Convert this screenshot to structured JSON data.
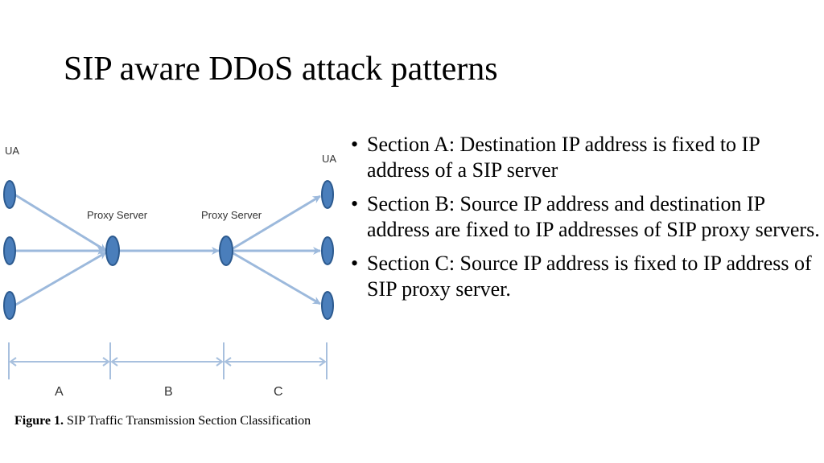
{
  "slide": {
    "title": "SIP aware DDoS attack patterns"
  },
  "diagram": {
    "left_group_label": "UA",
    "right_group_label": "UA",
    "proxy1_label": "Proxy Server",
    "proxy2_label": "Proxy Server",
    "sections": [
      "A",
      "B",
      "C"
    ],
    "colors": {
      "node_fill": "#4a7ebb",
      "node_stroke": "#2c5a8f",
      "line": "#9cb9dc",
      "axis": "#a8c0de"
    }
  },
  "bullets": [
    {
      "marker": "•",
      "text": "Section A: Destination IP address is fixed to IP address of a SIP server"
    },
    {
      "marker": "•",
      "text": "Section B: Source IP address and destination IP address are fixed to IP addresses of SIP proxy servers."
    },
    {
      "marker": "•",
      "text": "Section C: Source IP address is fixed to IP address of SIP proxy server."
    }
  ],
  "caption": {
    "label": "Figure 1.",
    "text": " SIP Traffic Transmission Section Classification"
  }
}
